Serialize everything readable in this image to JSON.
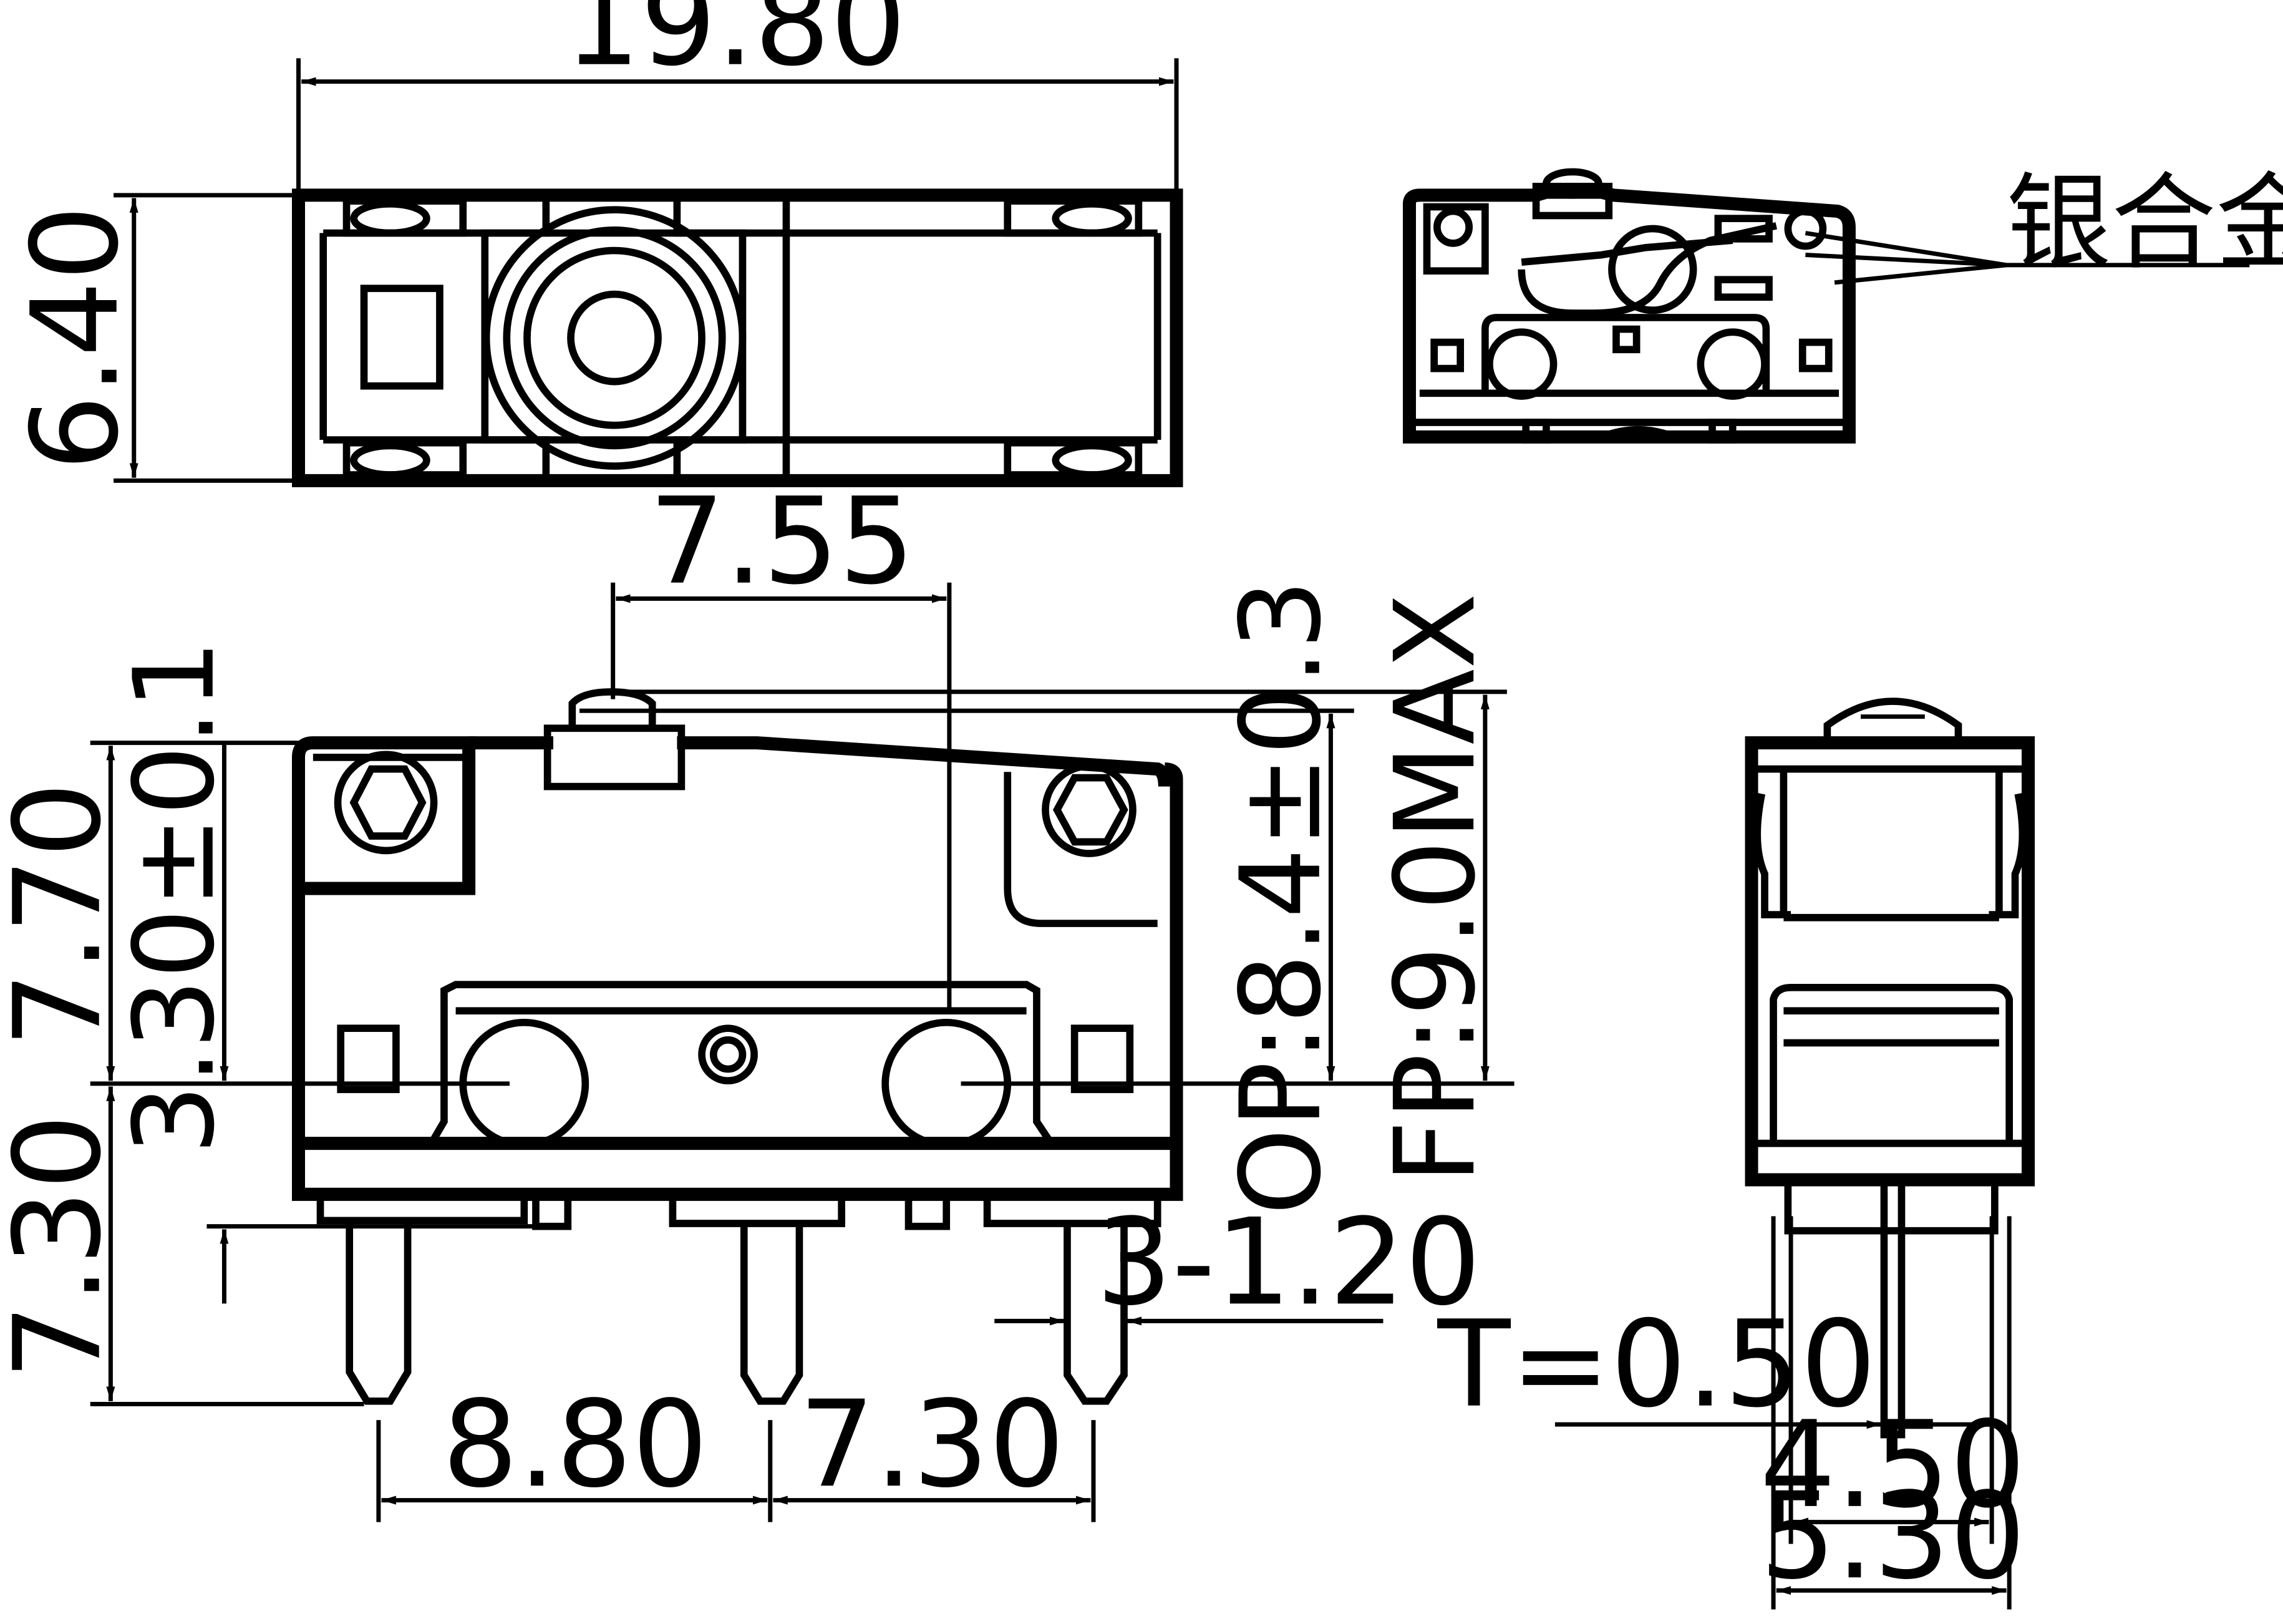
{
  "drawing": {
    "colors": {
      "line": "#000000",
      "background": "#ffffff"
    },
    "top_view": {
      "width_dim": "19.80",
      "height_dim": "6.40"
    },
    "front_view": {
      "actuator_offset": "7.55",
      "height_above_hole": "7.70",
      "op_tolerance_dim": "3.30±0.1",
      "op_label": "OP:8.4±0.3",
      "fp_label": "FP:9.0MAX",
      "height_below_hole": "7.30",
      "pin_width": "3-1.20",
      "pin_spacing_left": "8.80",
      "pin_spacing_right": "7.30"
    },
    "side_view": {
      "thickness_label": "T=0.50",
      "pin_span_inner": "4.50",
      "pin_span_outer": "5.30"
    },
    "internal_view": {
      "contact_label": "银合金触点"
    }
  }
}
